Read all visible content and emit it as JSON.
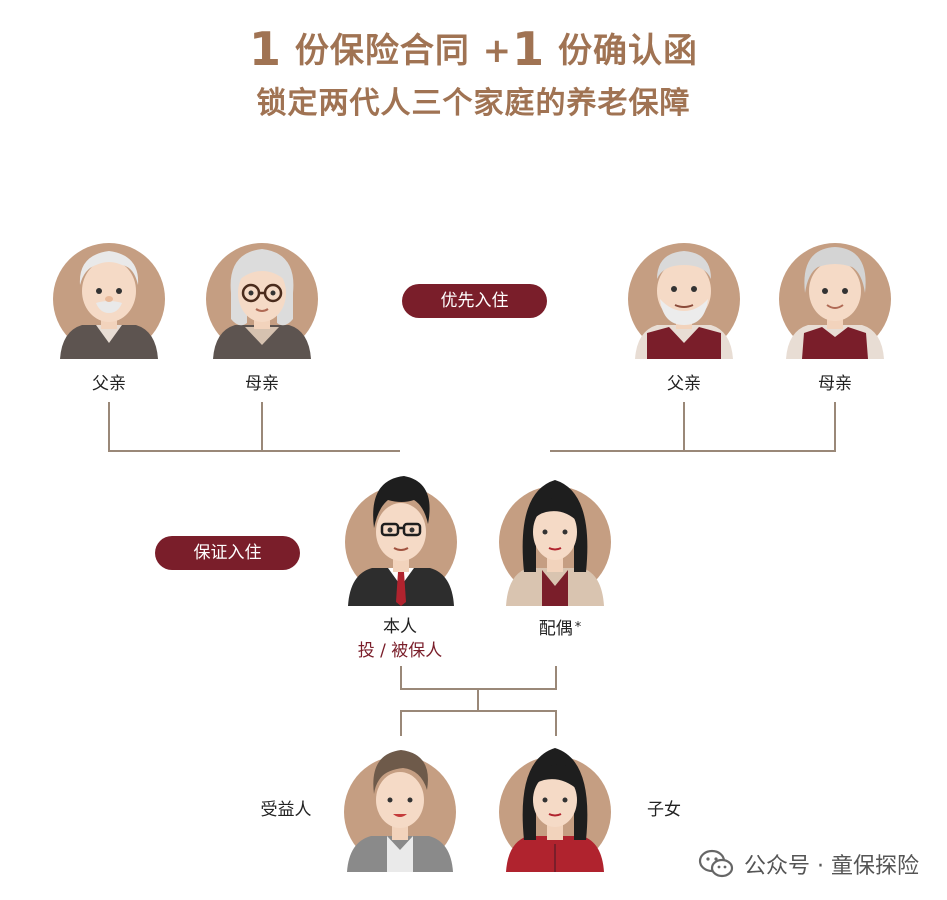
{
  "title": {
    "line1_num1": "1",
    "line1_text1": "份保险合同 +",
    "line1_num2": "1",
    "line1_text2": "份确认函",
    "line2": "锁定两代人三个家庭的养老保障"
  },
  "badges": {
    "priority": "优先入住",
    "guarantee": "保证入住"
  },
  "people": {
    "left_father": "父亲",
    "left_mother": "母亲",
    "right_father": "父亲",
    "right_mother": "母亲",
    "self": "本人",
    "self_role": "投 / 被保人",
    "spouse": "配偶",
    "spouse_mark": "*",
    "beneficiary": "受益人",
    "child": "子女"
  },
  "watermark": {
    "text": "公众号 · 童保探险",
    "icon": "wechat-icon"
  },
  "colors": {
    "title": "#a07353",
    "badge": "#7a1e2a",
    "line": "#9a8878",
    "avatar_bg": "#c59e82"
  }
}
